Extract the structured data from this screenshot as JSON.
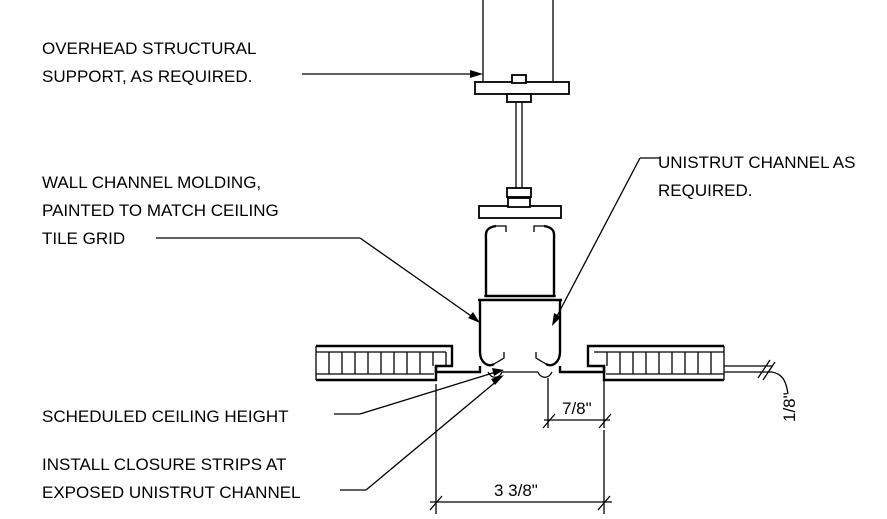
{
  "labels": {
    "overhead_1": "OVERHEAD STRUCTURAL",
    "overhead_2": "SUPPORT, AS REQUIRED.",
    "unistrut_1": "UNISTRUT CHANNEL AS",
    "unistrut_2": "REQUIRED.",
    "wall_1": "WALL CHANNEL MOLDING,",
    "wall_2": "PAINTED TO MATCH CEILING",
    "wall_3": "TILE GRID",
    "ceiling_height": "SCHEDULED CEILING HEIGHT",
    "closure_1": "INSTALL CLOSURE STRIPS AT",
    "closure_2": "EXPOSED UNISTRUT CHANNEL"
  },
  "dimensions": {
    "lip": "7/8\"",
    "width": "3 3/8\"",
    "gap": "1/8\""
  }
}
